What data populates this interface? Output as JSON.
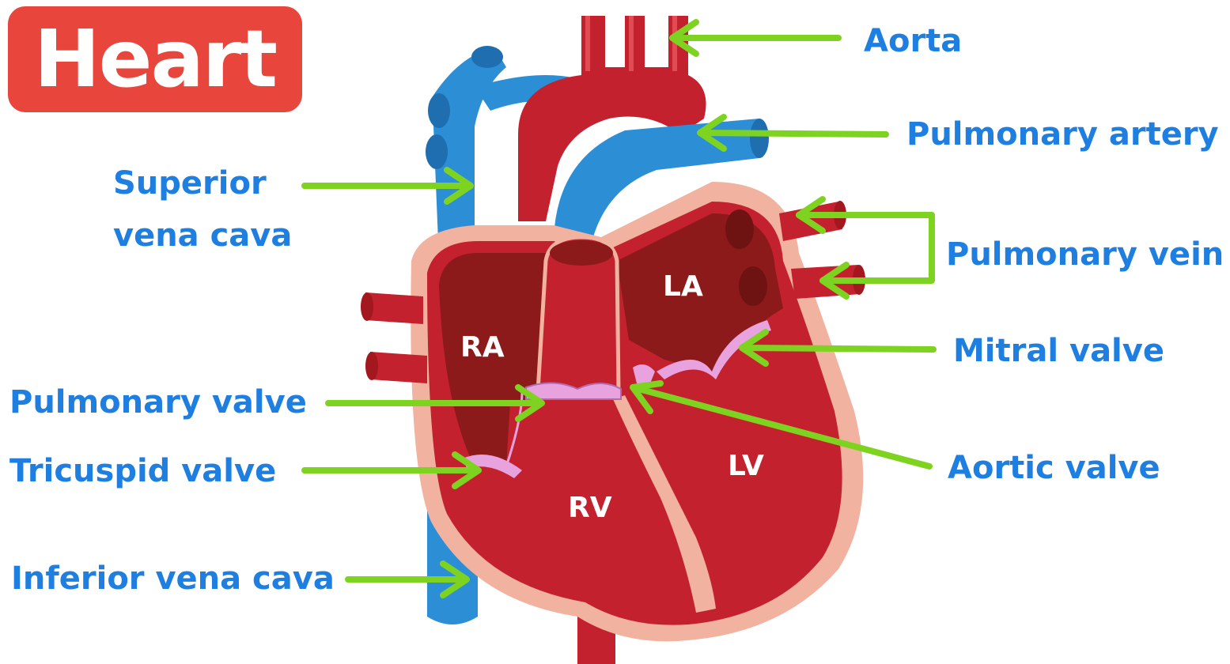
{
  "title": "Heart",
  "labels": {
    "aorta": "Aorta",
    "pulmonary_artery": "Pulmonary artery",
    "superior_vena_cava_line1": "Superior",
    "superior_vena_cava_line2": "vena cava",
    "pulmonary_vein": "Pulmonary vein",
    "mitral_valve": "Mitral valve",
    "pulmonary_valve": "Pulmonary valve",
    "aortic_valve": "Aortic valve",
    "tricuspid_valve": "Tricuspid valve",
    "inferior_vena_cava": "Inferior vena cava"
  },
  "chambers": {
    "ra": "RA",
    "la": "LA",
    "rv": "RV",
    "lv": "LV"
  },
  "colors": {
    "title_bg": "#e8453c",
    "label_text": "#1f7fe0",
    "arrow": "#7ed321",
    "vessel_blue": "#2c8fd6",
    "vessel_red": "#c4212e",
    "chamber_dark": "#8c1a1a",
    "muscle_pink": "#f1b3a0",
    "valve_pink": "#e8a3df"
  }
}
